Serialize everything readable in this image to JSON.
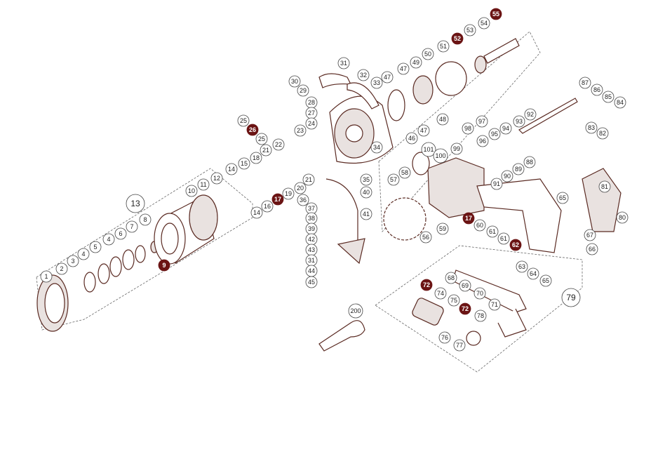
{
  "diagram": {
    "title": "Spinning reel exploded parts diagram",
    "accent_color": "#6b1414",
    "callouts": [
      {
        "label": "55",
        "highlight": true
      },
      {
        "label": "54"
      },
      {
        "label": "53"
      },
      {
        "label": "52",
        "highlight": true
      },
      {
        "label": "51"
      },
      {
        "label": "50"
      },
      {
        "label": "49"
      },
      {
        "label": "47"
      },
      {
        "label": "47"
      },
      {
        "label": "33"
      },
      {
        "label": "31"
      },
      {
        "label": "32"
      },
      {
        "label": "30"
      },
      {
        "label": "29"
      },
      {
        "label": "28"
      },
      {
        "label": "27"
      },
      {
        "label": "25"
      },
      {
        "label": "26",
        "highlight": true
      },
      {
        "label": "25"
      },
      {
        "label": "24"
      },
      {
        "label": "23"
      },
      {
        "label": "22"
      },
      {
        "label": "21"
      },
      {
        "label": "21"
      },
      {
        "label": "18"
      },
      {
        "label": "15"
      },
      {
        "label": "14"
      },
      {
        "label": "20"
      },
      {
        "label": "19"
      },
      {
        "label": "17",
        "highlight": true
      },
      {
        "label": "16"
      },
      {
        "label": "14"
      },
      {
        "label": "13",
        "group": true
      },
      {
        "label": "12"
      },
      {
        "label": "11"
      },
      {
        "label": "10"
      },
      {
        "label": "8"
      },
      {
        "label": "7"
      },
      {
        "label": "6"
      },
      {
        "label": "4"
      },
      {
        "label": "5"
      },
      {
        "label": "4"
      },
      {
        "label": "3"
      },
      {
        "label": "2"
      },
      {
        "label": "1"
      },
      {
        "label": "9",
        "highlight": true
      },
      {
        "label": "34"
      },
      {
        "label": "35"
      },
      {
        "label": "36"
      },
      {
        "label": "37"
      },
      {
        "label": "38"
      },
      {
        "label": "39"
      },
      {
        "label": "40"
      },
      {
        "label": "41"
      },
      {
        "label": "42"
      },
      {
        "label": "43"
      },
      {
        "label": "31"
      },
      {
        "label": "44"
      },
      {
        "label": "45"
      },
      {
        "label": "46"
      },
      {
        "label": "47"
      },
      {
        "label": "48"
      },
      {
        "label": "101"
      },
      {
        "label": "100"
      },
      {
        "label": "99"
      },
      {
        "label": "98"
      },
      {
        "label": "97"
      },
      {
        "label": "96"
      },
      {
        "label": "95"
      },
      {
        "label": "94"
      },
      {
        "label": "93"
      },
      {
        "label": "92"
      },
      {
        "label": "91"
      },
      {
        "label": "90"
      },
      {
        "label": "89"
      },
      {
        "label": "88"
      },
      {
        "label": "87"
      },
      {
        "label": "86"
      },
      {
        "label": "85"
      },
      {
        "label": "84"
      },
      {
        "label": "83"
      },
      {
        "label": "82"
      },
      {
        "label": "81"
      },
      {
        "label": "80"
      },
      {
        "label": "67"
      },
      {
        "label": "66"
      },
      {
        "label": "65"
      },
      {
        "label": "58"
      },
      {
        "label": "57"
      },
      {
        "label": "59"
      },
      {
        "label": "17",
        "highlight": true
      },
      {
        "label": "60"
      },
      {
        "label": "61"
      },
      {
        "label": "61"
      },
      {
        "label": "62",
        "highlight": true
      },
      {
        "label": "56"
      },
      {
        "label": "63"
      },
      {
        "label": "64"
      },
      {
        "label": "65"
      },
      {
        "label": "68"
      },
      {
        "label": "69"
      },
      {
        "label": "70"
      },
      {
        "label": "71"
      },
      {
        "label": "72",
        "highlight": true
      },
      {
        "label": "74"
      },
      {
        "label": "75"
      },
      {
        "label": "72",
        "highlight": true
      },
      {
        "label": "78"
      },
      {
        "label": "76"
      },
      {
        "label": "77"
      },
      {
        "label": "79",
        "group": true
      },
      {
        "label": "200"
      }
    ]
  }
}
